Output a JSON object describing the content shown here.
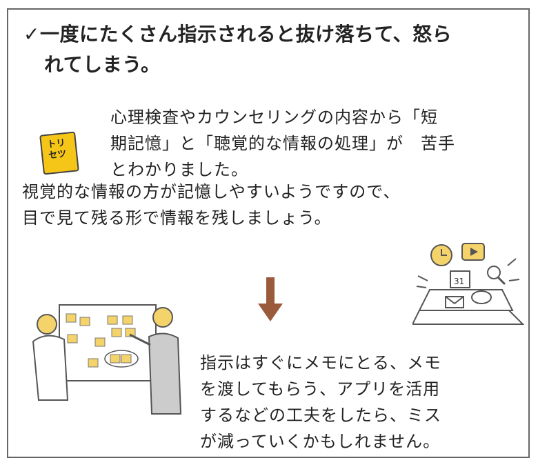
{
  "heading": {
    "check": "✓",
    "line1": "一度にたくさん指示されると抜け落ちて、怒ら",
    "line2": "れてしまう。"
  },
  "badge": {
    "text_top": "トリ",
    "text_bottom": "セツ",
    "color": "#f5c518"
  },
  "explanation": {
    "lines": [
      "心理検査やカウンセリングの内容から「短",
      "期記憶」と「聴覚的な情報の処理」が　苦手",
      "とわかりました。",
      "視覚的な情報の方が記憶しやすいようですので、",
      "目で見て残る形で情報を残しましょう。"
    ]
  },
  "arrow_color": "#9a5a3c",
  "advice": {
    "lines": [
      "指示はすぐにメモにとる、メモ",
      "を渡してもらう、アプリを活用",
      "するなどの工夫をしたら、ミス",
      "が減っていくかもしれません。"
    ]
  },
  "device_calendar": "31"
}
